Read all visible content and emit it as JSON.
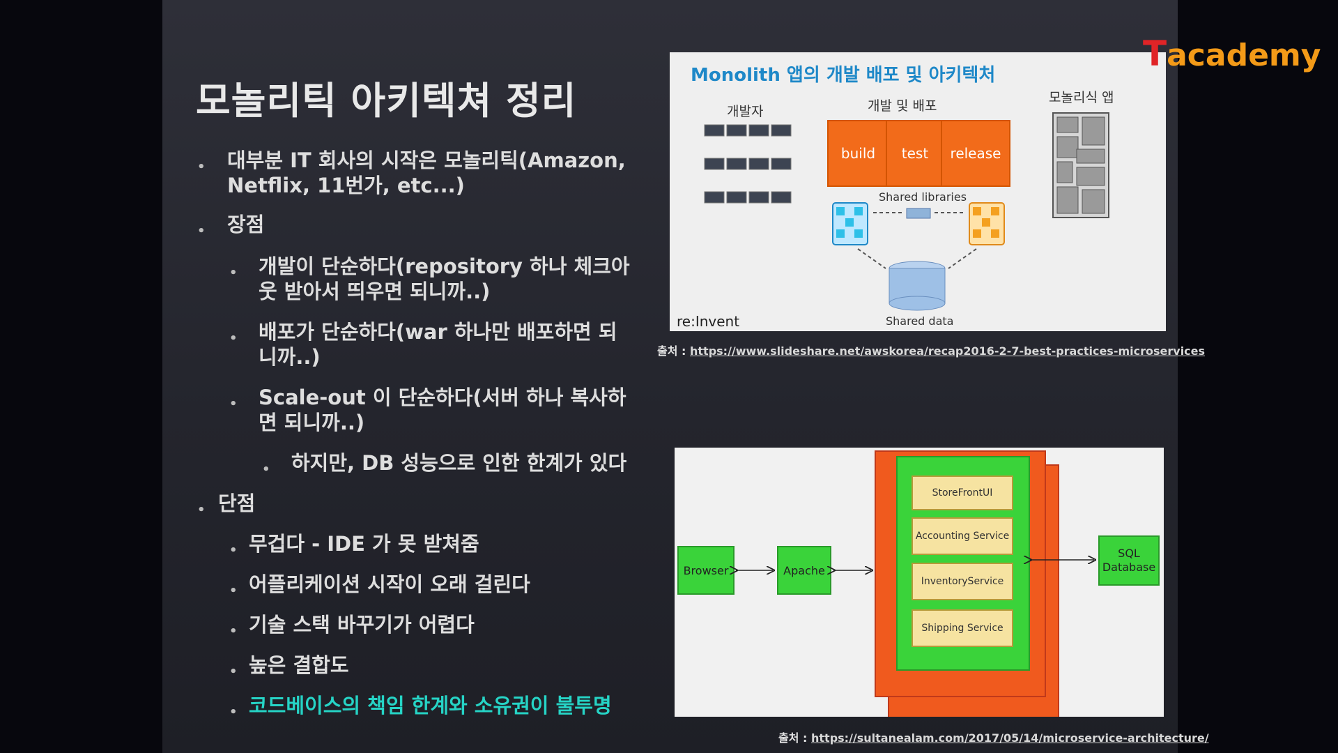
{
  "logo": {
    "brand_t": "T",
    "brand_rest": "academy",
    "color_t": "#e02427",
    "color_rest": "#f39a18"
  },
  "slide": {
    "title": "모놀리틱 아키텍쳐 정리",
    "bullets": [
      {
        "text": "대부분 IT 회사의 시작은 모놀리틱(Amazon,",
        "text2": "Netflix, 11번가, etc...)"
      },
      {
        "text": "장점"
      },
      {
        "text": "개발이 단순하다(repository 하나 체크아",
        "text2": "웃 받아서 띄우면 되니까..)"
      },
      {
        "text": "배포가 단순하다(war 하나만 배포하면 되",
        "text2": "니까..)"
      },
      {
        "text": "Scale-out 이 단순하다(서버 하나 복사하",
        "text2": "면 되니까..)"
      },
      {
        "text": "하지만, DB 성능으로 인한 한계가 있다"
      },
      {
        "text": "단점"
      },
      {
        "text": "무겁다 - IDE 가 못 받쳐줌"
      },
      {
        "text": "어플리케이션 시작이 오래 걸린다"
      },
      {
        "text": "기술 스택 바꾸기가 어렵다"
      },
      {
        "text": "높은 결합도"
      },
      {
        "text": "코드베이스의 책임 한계와 소유권이 불투명",
        "highlight_color": "#26d4c6"
      }
    ]
  },
  "top_image": {
    "title": "Monolith 앱의 개발 배포 및 아키텍처",
    "developers_label": "개발자",
    "devdeploy_label": "개발 및 배포",
    "monolith_label": "모놀리식 앱",
    "stages": [
      "build",
      "test",
      "release"
    ],
    "shared_libraries": "Shared libraries",
    "shared_data": "Shared data",
    "event_logo": "re:Invent",
    "caption_prefix": "출처 :",
    "caption_url": "https://www.slideshare.net/awskorea/recap2016-2-7-best-practices-microservices"
  },
  "bottom_image": {
    "browser": "Browser",
    "apache": "Apache",
    "services": [
      "StoreFrontUI",
      "Accounting Service",
      "InventoryService",
      "Shipping Service"
    ],
    "database": "SQL Database",
    "caption_prefix": "출처 :",
    "caption_url": "https://sultanealam.com/2017/05/14/microservice-architecture/"
  }
}
